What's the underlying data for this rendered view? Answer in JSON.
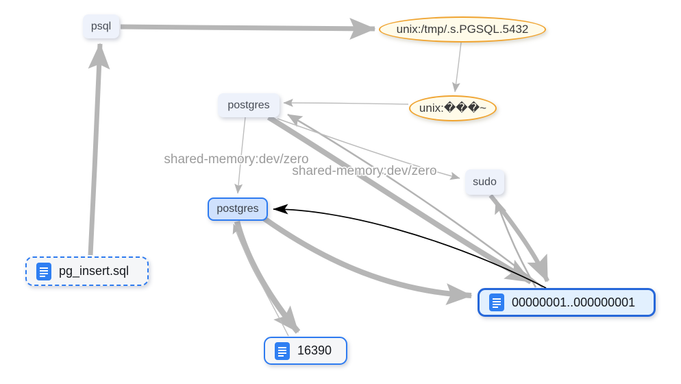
{
  "app": {
    "view": "process-file-relationship-graph",
    "background": "#ffffff"
  },
  "nodes": {
    "psql": {
      "label": "psql",
      "kind": "process"
    },
    "socket_pgsql": {
      "label": "unix:/tmp/.s.PGSQL.5432",
      "kind": "unix-socket"
    },
    "postgres_parent": {
      "label": "postgres",
      "kind": "process"
    },
    "socket_garbled": {
      "label": "unix:���~",
      "kind": "unix-socket"
    },
    "sudo": {
      "label": "sudo",
      "kind": "process"
    },
    "postgres_selected": {
      "label": "postgres",
      "kind": "process-highlighted"
    },
    "pg_insert_sql": {
      "label": "pg_insert.sql",
      "kind": "file",
      "icon": "file-document-icon"
    },
    "data_file": {
      "label": "00000001..000000001",
      "kind": "file-highlighted",
      "icon": "file-document-icon"
    },
    "file_16390": {
      "label": "16390",
      "kind": "file",
      "icon": "file-document-icon"
    }
  },
  "edge_labels": [
    {
      "text": "shared-memory:dev/zero"
    },
    {
      "text": "shared-memory:dev/zero"
    }
  ],
  "colors": {
    "edge_gray_thick": "#b6b6b6",
    "edge_gray_thin": "#bdbdbd",
    "edge_black": "#000000",
    "socket_border": "#f0a431",
    "socket_fill": "#fffbe9",
    "process_fill": "#eef2fb",
    "highlight_border": "#2e7bf0",
    "highlight_fill": "#cfe1fd",
    "file_highlight_fill": "#e2f0fe",
    "file_icon_blue": "#2f7ff2",
    "edge_label_gray": "#9c9c9c"
  }
}
